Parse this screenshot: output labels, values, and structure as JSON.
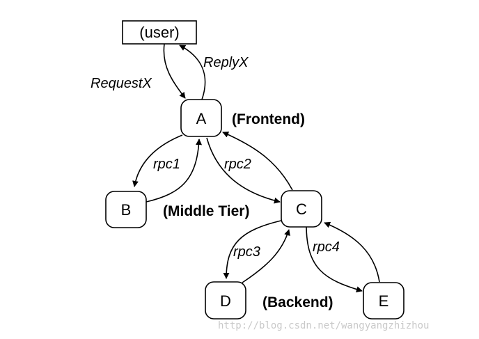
{
  "nodes": {
    "user": "(user)",
    "a": "A",
    "b": "B",
    "c": "C",
    "d": "D",
    "e": "E"
  },
  "edge_labels": {
    "request": "RequestX",
    "reply": "ReplyX",
    "rpc1": "rpc1",
    "rpc2": "rpc2",
    "rpc3": "rpc3",
    "rpc4": "rpc4"
  },
  "tier_labels": {
    "frontend": "(Frontend)",
    "middle": "(Middle Tier)",
    "backend": "(Backend)"
  },
  "watermark": "http://blog.csdn.net/wangyangzhizhou"
}
